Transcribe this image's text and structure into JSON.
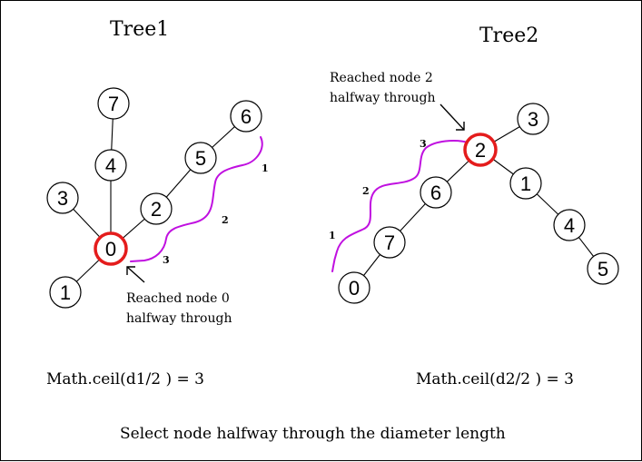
{
  "tree1": {
    "title": "Tree1",
    "nodes": [
      {
        "id": "7",
        "label": "7",
        "highlight": false
      },
      {
        "id": "4",
        "label": "4",
        "highlight": false
      },
      {
        "id": "6",
        "label": "6",
        "highlight": false
      },
      {
        "id": "5",
        "label": "5",
        "highlight": false
      },
      {
        "id": "3",
        "label": "3",
        "highlight": false
      },
      {
        "id": "2",
        "label": "2",
        "highlight": false
      },
      {
        "id": "0",
        "label": "0",
        "highlight": true
      },
      {
        "id": "1",
        "label": "1",
        "highlight": false
      }
    ],
    "edges": [
      [
        "7",
        "4"
      ],
      [
        "4",
        "0"
      ],
      [
        "3",
        "0"
      ],
      [
        "1",
        "0"
      ],
      [
        "0",
        "2"
      ],
      [
        "2",
        "5"
      ],
      [
        "5",
        "6"
      ]
    ],
    "path_steps": [
      "1",
      "2",
      "3"
    ],
    "note_line1": "Reached node 0",
    "note_line2": "halfway through",
    "formula": "Math.ceil(d1/2 ) = 3"
  },
  "tree2": {
    "title": "Tree2",
    "nodes": [
      {
        "id": "3",
        "label": "3",
        "highlight": false
      },
      {
        "id": "2",
        "label": "2",
        "highlight": true
      },
      {
        "id": "1",
        "label": "1",
        "highlight": false
      },
      {
        "id": "6",
        "label": "6",
        "highlight": false
      },
      {
        "id": "4",
        "label": "4",
        "highlight": false
      },
      {
        "id": "7",
        "label": "7",
        "highlight": false
      },
      {
        "id": "5",
        "label": "5",
        "highlight": false
      },
      {
        "id": "0",
        "label": "0",
        "highlight": false
      }
    ],
    "edges": [
      [
        "3",
        "2"
      ],
      [
        "2",
        "6"
      ],
      [
        "2",
        "1"
      ],
      [
        "1",
        "4"
      ],
      [
        "4",
        "5"
      ],
      [
        "6",
        "7"
      ],
      [
        "7",
        "0"
      ]
    ],
    "path_steps": [
      "3",
      "2",
      "1"
    ],
    "note_line1": "Reached node 2",
    "note_line2": "halfway through",
    "formula": "Math.ceil(d2/2 ) = 3"
  },
  "caption": "Select node halfway through the diameter length",
  "colors": {
    "highlight": "#e41c1c",
    "path": "#c010e0"
  }
}
